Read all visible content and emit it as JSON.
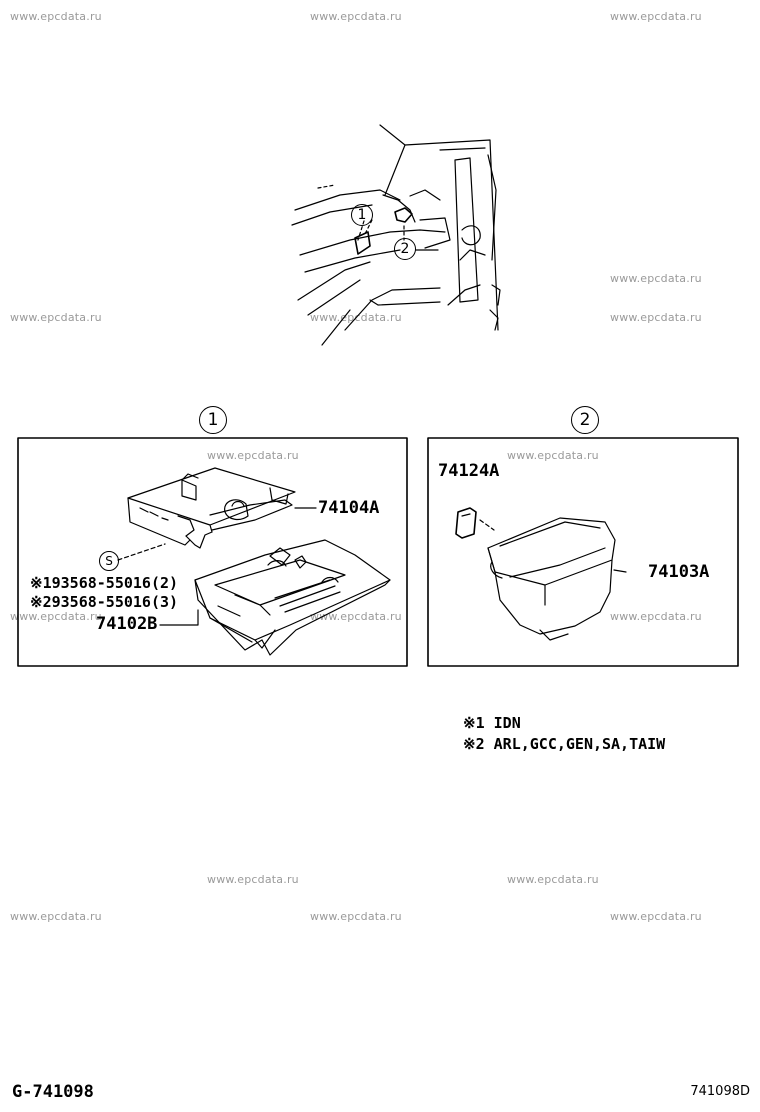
{
  "watermark": "www.epcdata.ru",
  "callouts": {
    "c1": "1",
    "c2": "2",
    "s": "S"
  },
  "panel1": {
    "parts": {
      "p74104a": "74104A",
      "p1": "※193568-55016(2)",
      "p2": "※293568-55016(3)",
      "p74102b": "74102B"
    }
  },
  "panel2": {
    "parts": {
      "p74124a": "74124A",
      "p74103a": "74103A"
    }
  },
  "notes": {
    "n1": "※1 IDN",
    "n2": "※2 ARL,GCC,GEN,SA,TAIW"
  },
  "footer": {
    "left": "G-741098",
    "right": "741098D"
  },
  "colors": {
    "line": "#000000",
    "watermark": "#9a9a9a",
    "background": "#ffffff"
  }
}
